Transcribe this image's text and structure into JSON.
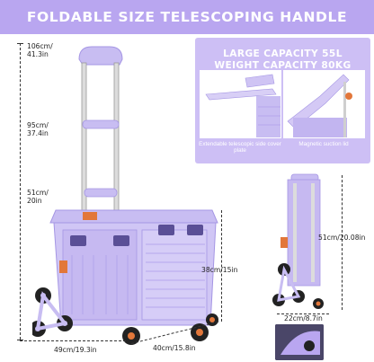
{
  "banner": {
    "title": "FOLDABLE SIZE TELESCOPING HANDLE"
  },
  "heights": [
    {
      "cm": "106cm/",
      "in": "41.3in"
    },
    {
      "cm": "95cm/",
      "in": "37.4in"
    },
    {
      "cm": "51cm/",
      "in": "20in"
    }
  ],
  "dims": {
    "box_height": "38cm/15in",
    "width": "49cm/19.3in",
    "depth": "40cm/15.8in",
    "folded_height": "51cm/20.08in",
    "folded_width": "22cm/8.7in"
  },
  "capacity": {
    "line1": "LARGE CAPACITY 55L",
    "line2": "WEIGHT CAPACITY 80KG",
    "caption_left": "Extendable telescopic side cover plate",
    "caption_right": "Magnetic suction lid"
  },
  "colors": {
    "banner": "#b9a6f0",
    "cart": "#c8bdf2",
    "cart_dark": "#a596e4",
    "wheel": "#222222",
    "accent": "#e2773a",
    "panel": "#cdbff5"
  }
}
